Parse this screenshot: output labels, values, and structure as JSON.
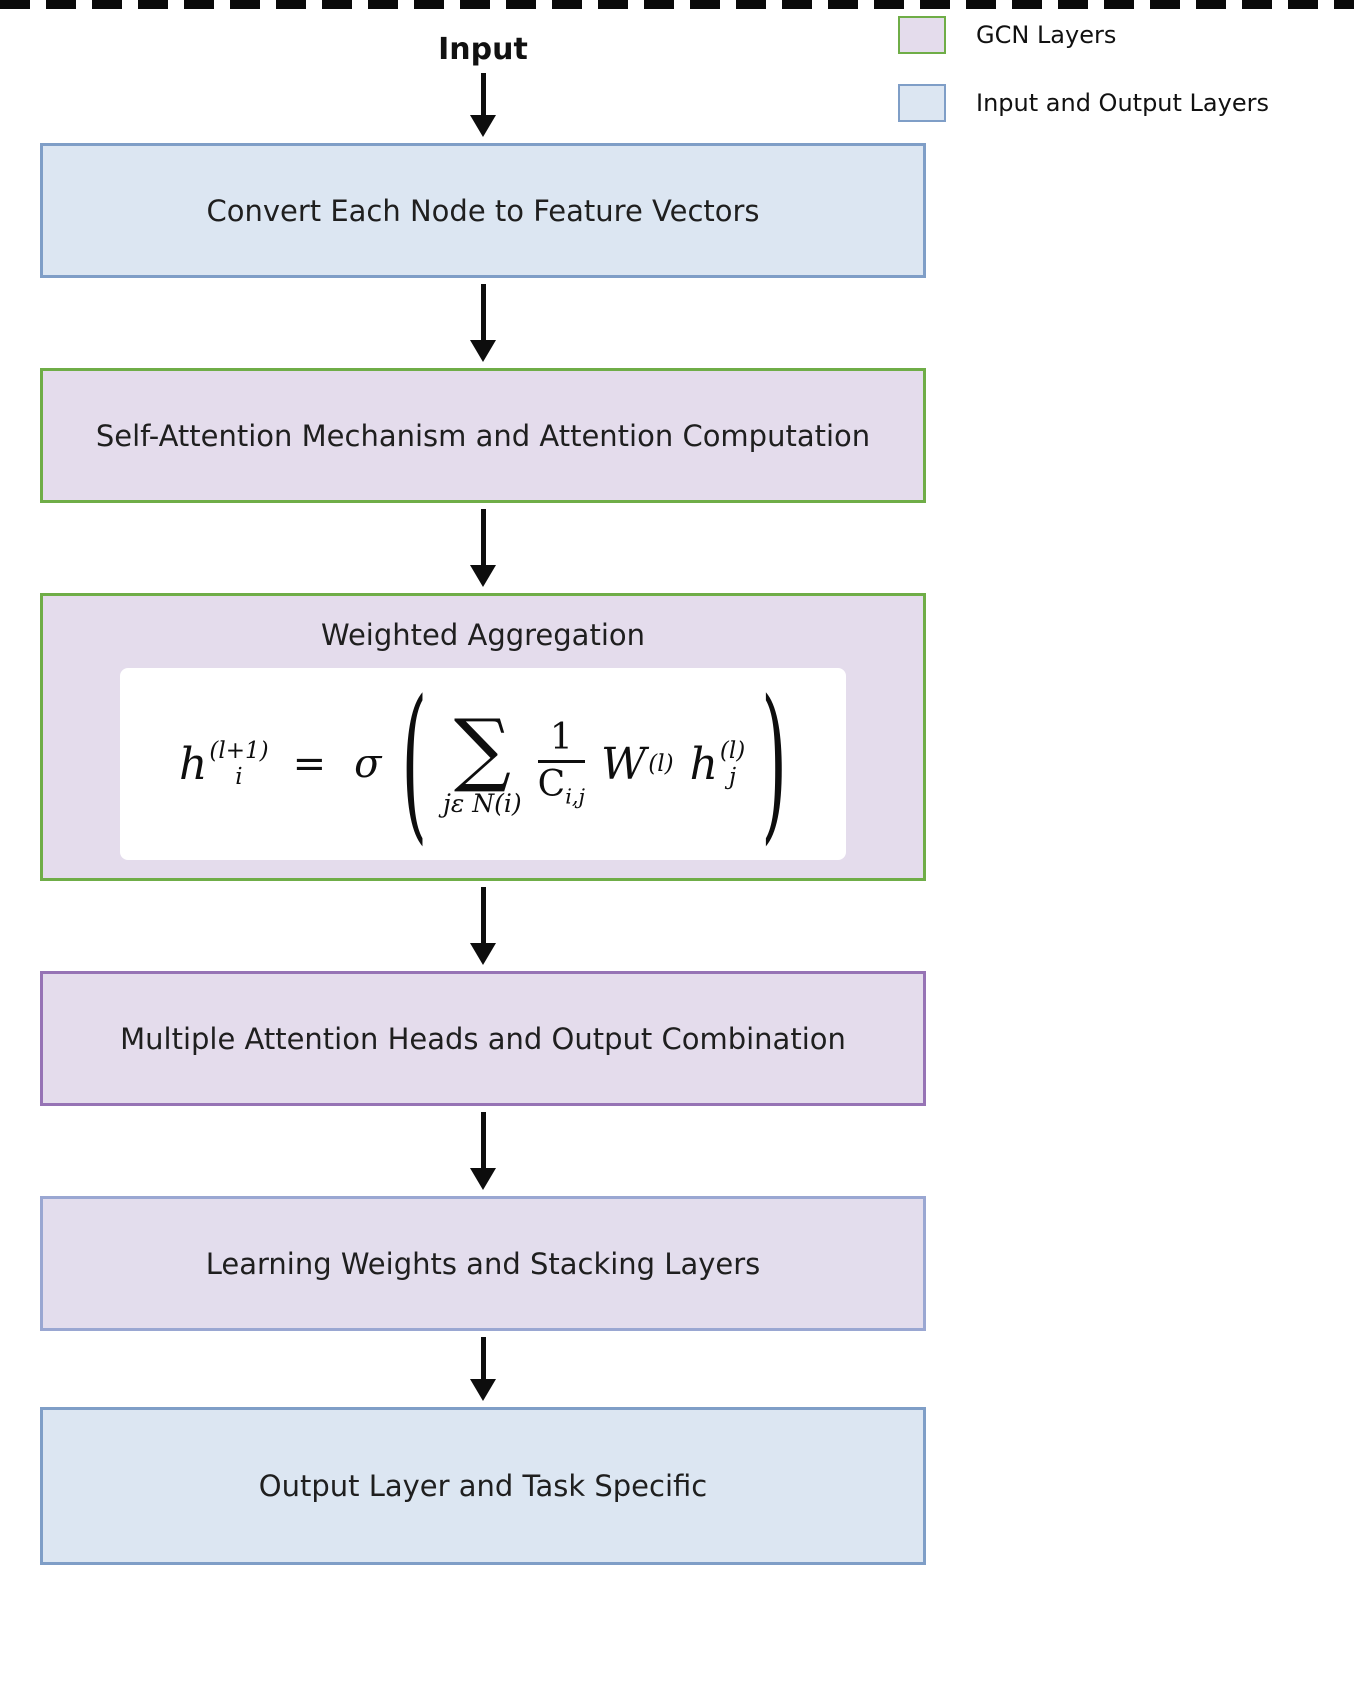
{
  "colors": {
    "io_fill": "#dce6f2",
    "io_border": "#7f9ec7",
    "gcn_fill": "#e4dcec",
    "gcn_border_green": "#6fad47",
    "gcn_border_purple": "#9673b5",
    "gcn_border_blue": "#9aa7d2",
    "arrow": "#0d0d0d"
  },
  "legend": {
    "items": [
      {
        "label": "GCN Layers",
        "swatch": "gcn-layer-swatch"
      },
      {
        "label": "Input and Output Layers",
        "swatch": "input-output-swatch"
      }
    ]
  },
  "flow": {
    "title": "Input",
    "boxes": [
      {
        "label": "Convert Each Node to Feature Vectors",
        "type": "input-output"
      },
      {
        "label": "Self-Attention Mechanism and Attention Computation",
        "type": "gcn"
      },
      {
        "label": "Weighted Aggregation",
        "type": "gcn"
      },
      {
        "label": "Multiple Attention Heads and Output Combination",
        "type": "gcn"
      },
      {
        "label": "Learning Weights and Stacking Layers",
        "type": "gcn"
      },
      {
        "label": "Output Layer and Task Specific",
        "type": "input-output"
      }
    ]
  },
  "formula": {
    "text": "h_i^(l+1) = σ ( Σ_{jε N(i)} 1/C_{i,j} W^(l) h_j^(l) )",
    "h1": "h",
    "h1_sup": "(l+1)",
    "h1_sub": "i",
    "eq": "=",
    "sigma": "σ",
    "lparen": "(",
    "rparen": ")",
    "sum": "∑",
    "sum_under": "jε N(i)",
    "one": "1",
    "c": "C",
    "c_sub": "i,j",
    "w": "W",
    "w_sup": "(l)",
    "h2": "h",
    "h2_sup": "(l)",
    "h2_sub": "j"
  }
}
